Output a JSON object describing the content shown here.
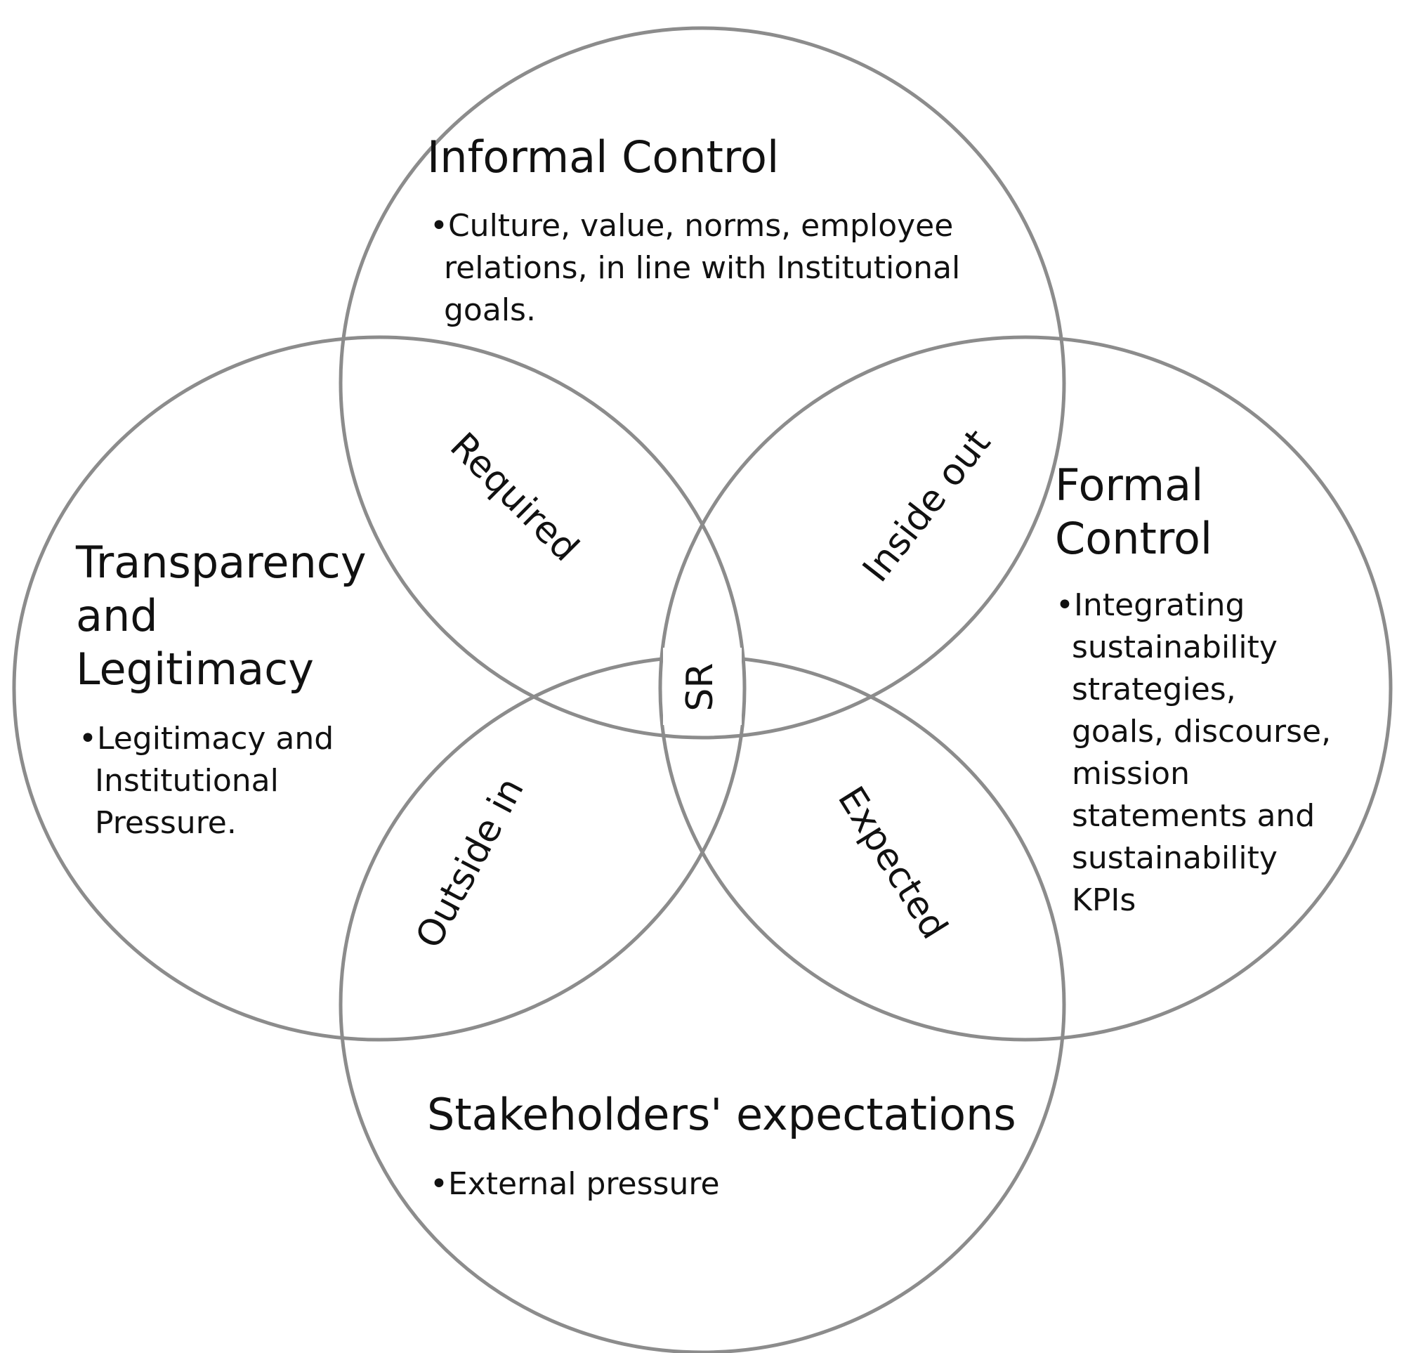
{
  "circles": {
    "top": {
      "title": "Informal Control",
      "bullet_lines": [
        "•Culture, value, norms, employee",
        "relations, in line with Institutional",
        "goals."
      ]
    },
    "left": {
      "title_lines": [
        "Transparency",
        "and",
        "Legitimacy"
      ],
      "bullet_lines": [
        "•Legitimacy and",
        "Institutional",
        "Pressure."
      ]
    },
    "right": {
      "title_lines": [
        "Formal",
        "Control"
      ],
      "bullet_lines": [
        "•Integrating",
        "sustainability",
        "strategies,",
        "goals, discourse,",
        "mission",
        "statements and",
        "sustainability",
        "KPIs"
      ]
    },
    "bottom": {
      "title": "Stakeholders' expectations",
      "bullet_lines": [
        "•External pressure"
      ]
    }
  },
  "overlaps": {
    "top_left": "Required",
    "top_right": "Inside out",
    "bottom_left": "Outside in",
    "bottom_right": "Expected",
    "center": "SR"
  }
}
